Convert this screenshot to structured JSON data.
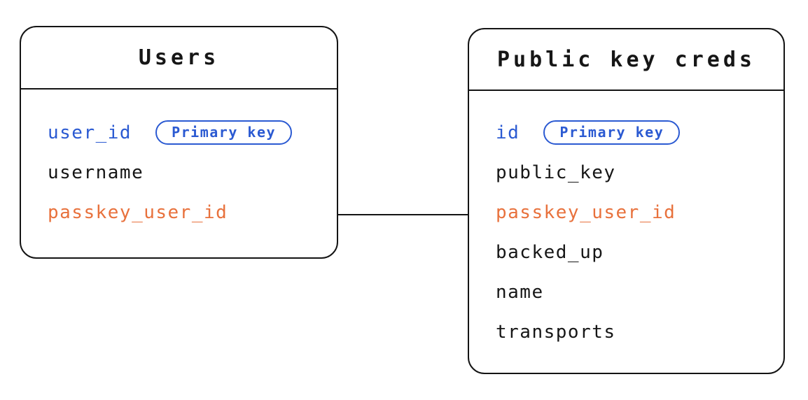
{
  "colors": {
    "field-primary": "#2b5ad2",
    "field-foreign": "#e8713c",
    "line": "#141414",
    "canvas-bg": "#ffffff"
  },
  "tables": [
    {
      "title": "Users",
      "fields": [
        {
          "name": "user_id",
          "badge": "Primary key"
        },
        {
          "name": "username"
        },
        {
          "name": "passkey_user_id"
        }
      ]
    },
    {
      "title": "Public key creds",
      "fields": [
        {
          "name": "id",
          "badge": "Primary key"
        },
        {
          "name": "public_key"
        },
        {
          "name": "passkey_user_id"
        },
        {
          "name": "backed_up"
        },
        {
          "name": "name"
        },
        {
          "name": "transports"
        }
      ]
    }
  ],
  "relationship": {
    "from_table": "Users",
    "from_field": "passkey_user_id",
    "to_table": "Public key creds",
    "to_field": "passkey_user_id"
  }
}
